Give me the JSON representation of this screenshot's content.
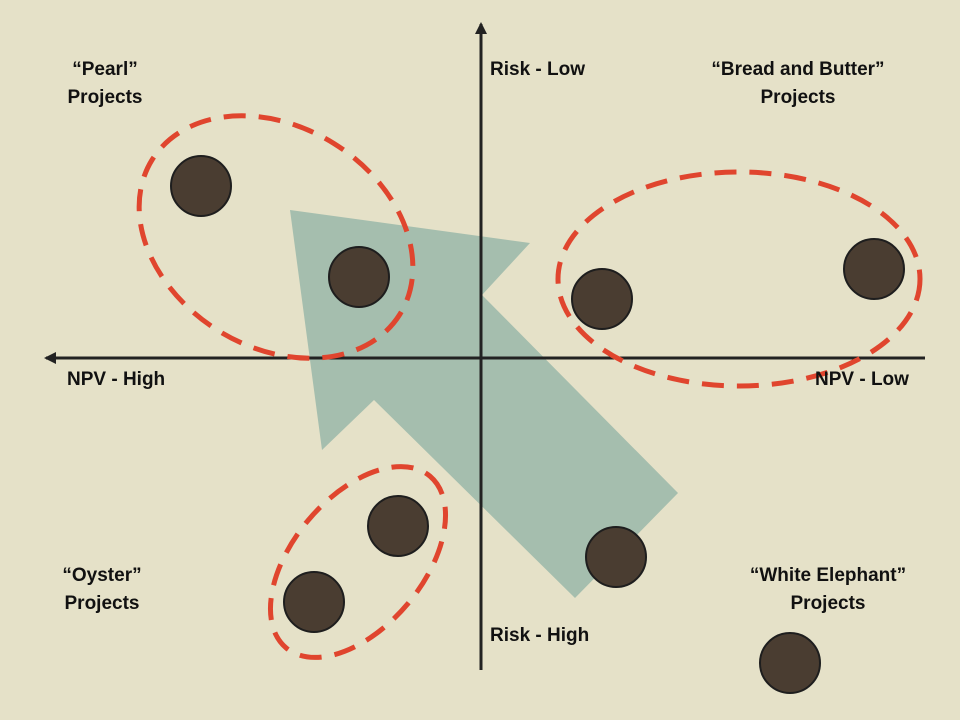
{
  "axes": {
    "y_top_label": "Risk - Low",
    "y_bottom_label": "Risk - High",
    "x_left_label": "NPV - High",
    "x_right_label": "NPV - Low"
  },
  "quadrants": {
    "pearl": {
      "name": "“Pearl”",
      "sub": "Projects"
    },
    "bread_butter": {
      "name": "“Bread and Butter”",
      "sub": "Projects"
    },
    "oyster": {
      "name": "“Oyster”",
      "sub": "Projects"
    },
    "white_elephant": {
      "name": "“White Elephant”",
      "sub": "Projects"
    }
  },
  "colors": {
    "background": "#e5e1c8",
    "project_dot": "#4a3d31",
    "group_outline": "#e0452e",
    "arrow": "#9dbaab",
    "axis": "#222222"
  }
}
